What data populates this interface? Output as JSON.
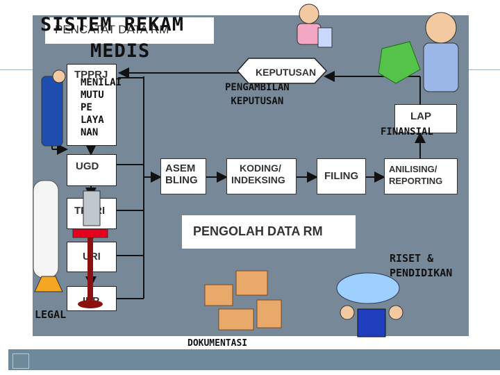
{
  "title": {
    "line1": "SISTEM REKAM",
    "line2": "MEDIS",
    "under_label": "PENCATAT DATA RM"
  },
  "units": {
    "tpprj": "TPPRJ",
    "ugd": "UGD",
    "tppri": "TPPRI",
    "uri": "URI",
    "ipp": "IPP"
  },
  "process": {
    "asembling_1": "ASEM",
    "asembling_2": "BLING",
    "koding_1": "KODING/",
    "koding_2": "INDEKSING",
    "filing": "FILING",
    "analising_1": "ANILISING/",
    "analising_2": "REPORTING",
    "keputusan": "KEPUTUSAN",
    "lap": "LAP",
    "pengolah": "PENGOLAH DATA RM"
  },
  "overlays": {
    "menilai": [
      "MENILAI",
      "MUTU",
      "PE",
      "LAYA",
      "NAN"
    ],
    "pengambilan_1": "PENGAMBILAN",
    "pengambilan_2": "KEPUTUSAN",
    "finansial": "FINANSIAL",
    "riset_1": "RISET &",
    "riset_2": "PENDIDIKAN",
    "legal": "LEGAL",
    "dokumentasi": "DOKUMENTASI"
  }
}
